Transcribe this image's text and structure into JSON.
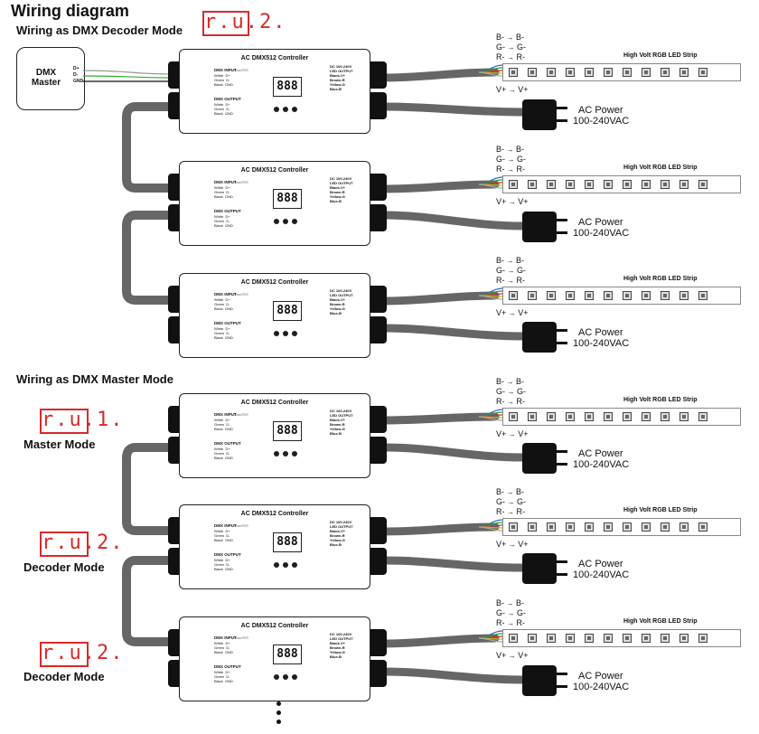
{
  "title": "Wiring diagram",
  "sections": {
    "decoder": "Wiring as DMX Decoder Mode",
    "master": "Wiring as DMX Master Mode"
  },
  "codes": {
    "ru2": "r.u.2.",
    "ru1": "r.u.1."
  },
  "modes": {
    "master": "Master Mode",
    "decoder1": "Decoder Mode",
    "decoder2": "Decoder Mode"
  },
  "dmx_master": {
    "label_1": "DMX",
    "label_2": "Master",
    "pins": [
      "D+",
      "D-",
      "GND"
    ]
  },
  "controller": {
    "name": "AC DMX512 Controller",
    "logo": "≡ovoTE≡",
    "input_title": "DMX INPUT",
    "input_lines": "White  D+\nGreen  D-\nBlack  GND",
    "output_title": "DMX OUTPUT",
    "output_lines": "White  D+\nGreen  D-\nBlack  GND",
    "led_output": "DC 100-240V\nLED OUTPUT\nBlack-V+\nBrown-R\nYellow-G\nBlue-B",
    "display": "888",
    "buttons": "0-5  0-8  0-8"
  },
  "strip": {
    "label": "High Volt RGB LED Strip",
    "left_wires": [
      "B-",
      "G-",
      "R-"
    ],
    "right_wires": [
      "B-",
      "G-",
      "R-"
    ],
    "vplus_left": "V+",
    "vplus_right": "V+"
  },
  "ac_power": {
    "line1": "AC Power",
    "line2": "100-240VAC"
  },
  "colors": {
    "segment_red": "#d92a2a",
    "cable_gray": "#666666",
    "connector_black": "#111111"
  }
}
